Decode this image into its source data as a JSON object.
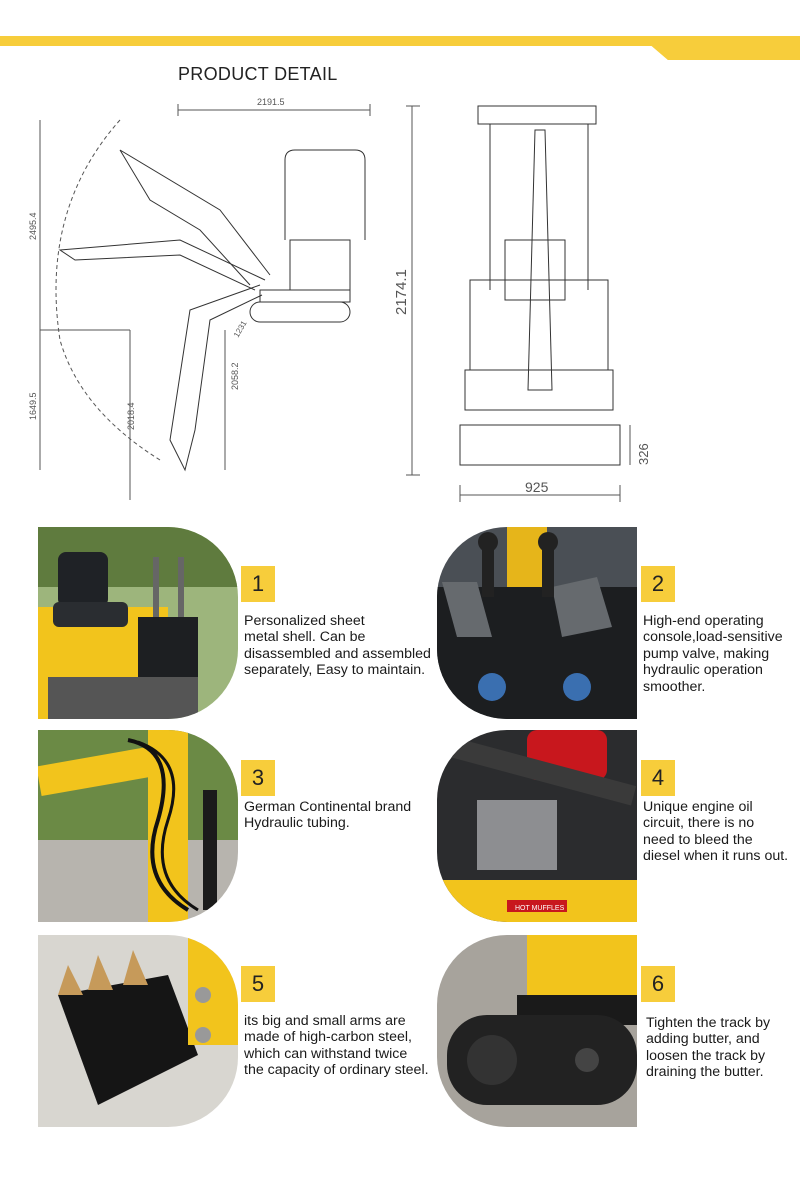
{
  "page": {
    "title": "PRODUCT DETAIL",
    "brand_color": "#f7cd3b"
  },
  "drawing": {
    "side_dims": {
      "top_width": "2191.5",
      "left_height_upper": "2495.4",
      "left_height_lower": "1649.5",
      "inner_depth": "2018.4",
      "reach_depth": "2058.2",
      "small_reach": "1231"
    },
    "front_dims": {
      "height": "2174.1",
      "width": "925",
      "track_height": "326"
    }
  },
  "features": [
    {
      "number": "1",
      "text": "Personalized sheet\nmetal shell. Can be\ndisassembled and assembled\nseparately, Easy to maintain."
    },
    {
      "number": "2",
      "text": "High-end operating\nconsole,load-sensitive\npump valve, making\nhydraulic operation\nsmoother."
    },
    {
      "number": "3",
      "text": "German Continental brand\n Hydraulic tubing."
    },
    {
      "number": "4",
      "text": "Unique engine oil\ncircuit, there is no\n need to bleed the\ndiesel when it runs out."
    },
    {
      "number": "5",
      "text": "its big and small arms are\nmade of high-carbon steel,\nwhich can withstand twice\nthe capacity of ordinary steel."
    },
    {
      "number": "6",
      "text": "Tighten the track by\nadding butter, and\nloosen the track by\ndraining the butter."
    }
  ],
  "photo_labels": {
    "muffler_sticker": "HOT MUFFLES"
  }
}
